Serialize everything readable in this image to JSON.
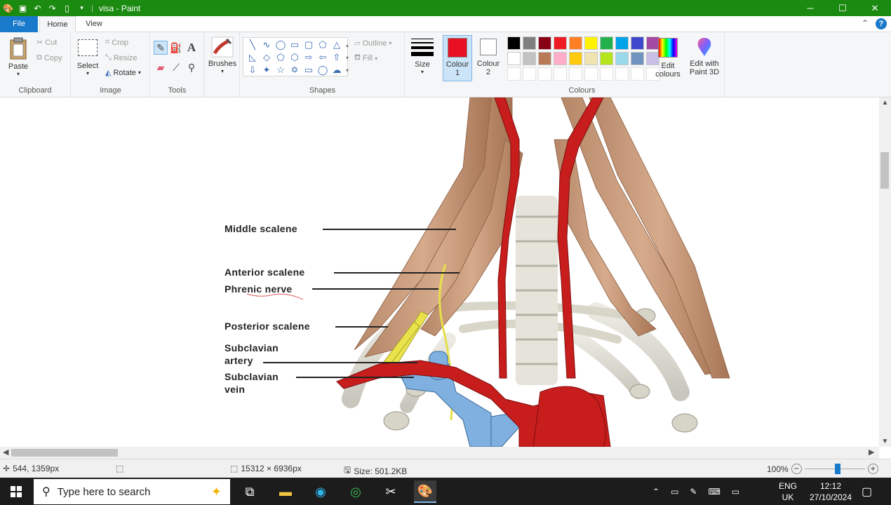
{
  "titlebar": {
    "title": "visa - Paint",
    "quick_access": [
      "paint-logo-icon",
      "save-icon",
      "undo-icon",
      "redo-icon",
      "new-file-icon",
      "customize-quick-access-icon"
    ],
    "minimize": "─",
    "maximize": "☐",
    "close": "✕",
    "color": "#1a8a10"
  },
  "tabs": {
    "file": "File",
    "home": "Home",
    "view": "View",
    "collapse": "⌃",
    "help": "?"
  },
  "ribbon": {
    "clipboard": {
      "label": "Clipboard",
      "paste": "Paste",
      "cut": "Cut",
      "copy": "Copy"
    },
    "image": {
      "label": "Image",
      "select": "Select",
      "crop": "Crop",
      "resize": "Resize",
      "rotate": "Rotate"
    },
    "tools": {
      "label": "Tools"
    },
    "brushes": {
      "label": "Brushes"
    },
    "shapes": {
      "label": "Shapes",
      "outline": "Outline",
      "fill": "Fill"
    },
    "size": {
      "label": "Size"
    },
    "colours": {
      "label": "Colours",
      "colour1_label": "Colour 1",
      "colour1_line1": "Colour",
      "colour1_line2": "1",
      "colour2_line1": "Colour",
      "colour2_line2": "2",
      "colour1": "#e81123",
      "colour2": "#ffffff",
      "edit_line1": "Edit",
      "edit_line2": "colours",
      "paint3d_line1": "Edit with",
      "paint3d_line2": "Paint 3D",
      "palette_row1": [
        "#000000",
        "#7f7f7f",
        "#880015",
        "#ed1c24",
        "#ff7f27",
        "#fff200",
        "#22b14c",
        "#00a2e8",
        "#3f48cc",
        "#a349a4"
      ],
      "palette_row2": [
        "#ffffff",
        "#c3c3c3",
        "#b97a57",
        "#ffaec9",
        "#ffc90e",
        "#efe4b0",
        "#b5e61d",
        "#99d9ea",
        "#7092be",
        "#c8bfe7"
      ]
    }
  },
  "canvas": {
    "labels": {
      "middle_scalene": "Middle scalene",
      "anterior_scalene": "Anterior scalene",
      "phrenic_nerve": "Phrenic nerve",
      "posterior_scalene": "Posterior scalene",
      "subclavian_artery_1": "Subclavian",
      "subclavian_artery_2": "artery",
      "subclavian_vein_1": "Subclavian",
      "subclavian_vein_2": "vein"
    }
  },
  "status": {
    "cursor_pos": "544, 1359px",
    "image_size": "15312 × 6936px",
    "file_size": "Size: 501.2KB",
    "zoom": "100%",
    "zoom_level": 0.55
  },
  "taskbar": {
    "search_placeholder": "Type here to search",
    "lang1": "ENG",
    "lang2": "UK",
    "time": "12:12",
    "date": "27/10/2024"
  }
}
